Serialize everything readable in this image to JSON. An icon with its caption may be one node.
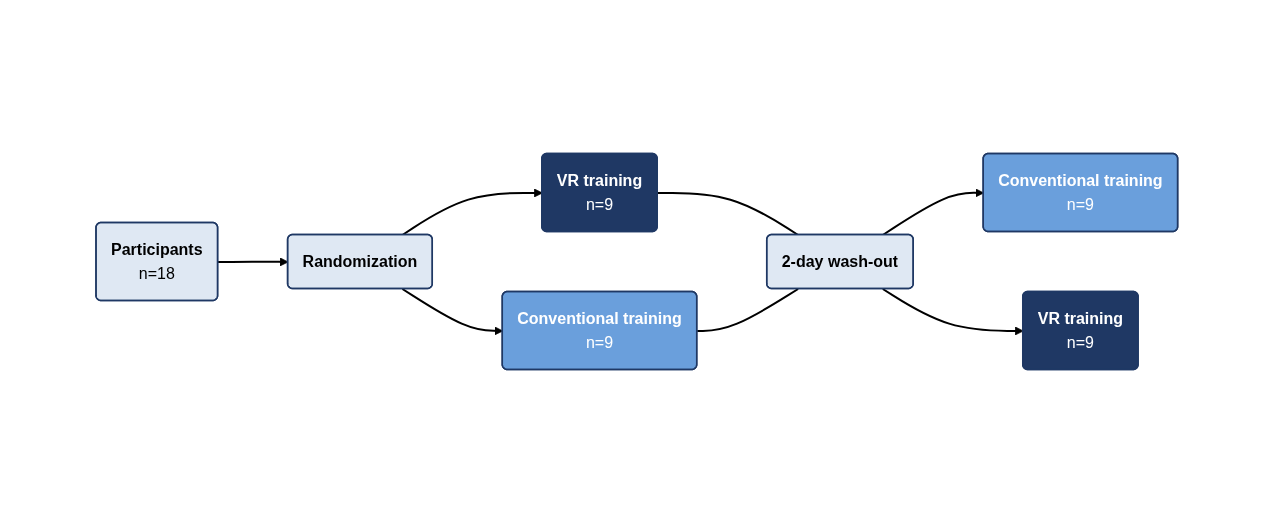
{
  "diagram": {
    "nodes": [
      {
        "text": [
          "Participants",
          "n=18"
        ]
      },
      {
        "text": [
          "Randomization"
        ]
      },
      {
        "text": [
          "VR training",
          "n=9"
        ]
      },
      {
        "text": [
          "Conventional training",
          "n=9"
        ]
      },
      {
        "text": [
          "2-day wash-out"
        ]
      },
      {
        "text": [
          "Conventional training",
          "n=9"
        ]
      },
      {
        "text": [
          "VR training",
          "n=9"
        ]
      }
    ],
    "edges": [
      {
        "from": 0,
        "to": 1,
        "arrow": "to"
      },
      {
        "from": 1,
        "to": 2,
        "arrow": "to"
      },
      {
        "from": 1,
        "to": 3,
        "arrow": "to"
      },
      {
        "from": 2,
        "to": 4,
        "arrow": "none"
      },
      {
        "from": 3,
        "to": 4,
        "arrow": "none"
      },
      {
        "from": 4,
        "to": 5,
        "arrow": "to"
      },
      {
        "from": 4,
        "to": 6,
        "arrow": "to"
      }
    ]
  }
}
